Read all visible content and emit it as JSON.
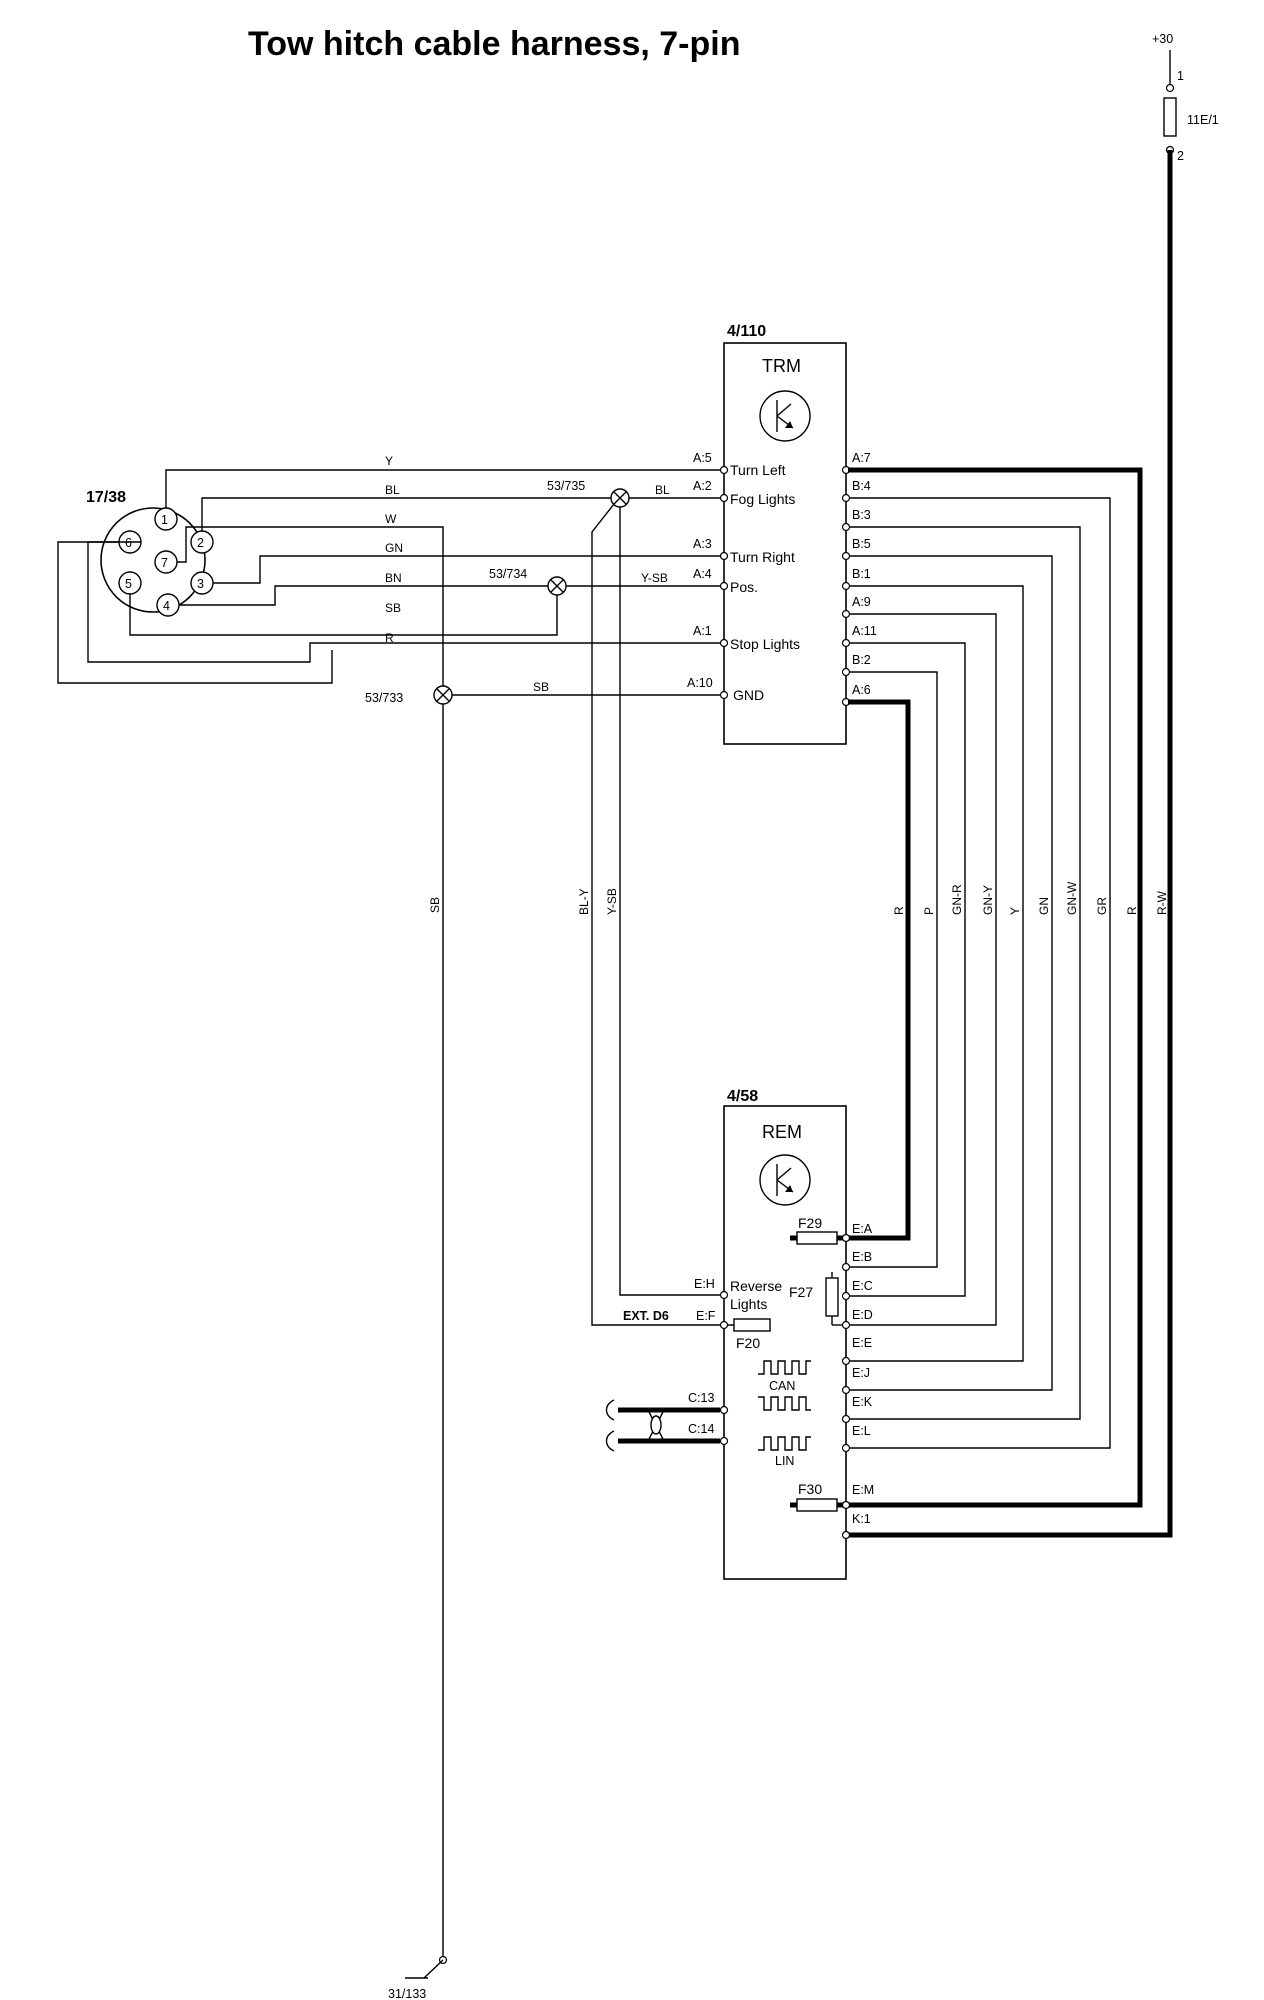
{
  "title": "Tow hitch cable harness, 7-pin",
  "power": {
    "supply": "+30",
    "fuse": "11E/1",
    "pin_top": "1",
    "pin_bottom": "2"
  },
  "connector": {
    "id": "17/38",
    "pins": [
      "1",
      "2",
      "3",
      "4",
      "5",
      "6",
      "7"
    ]
  },
  "trm": {
    "id": "4/110",
    "name": "TRM",
    "left_pins": [
      "A:5",
      "A:2",
      "A:3",
      "A:4",
      "A:1",
      "A:10"
    ],
    "functions": [
      "Turn Left",
      "Fog Lights",
      "Turn Right",
      "Pos.",
      "Stop Lights",
      "GND"
    ],
    "right_pins": [
      "A:7",
      "B:4",
      "B:3",
      "B:5",
      "B:1",
      "A:9",
      "A:11",
      "B:2",
      "A:6"
    ]
  },
  "rem": {
    "id": "4/58",
    "name": "REM",
    "right_pins": [
      "E:A",
      "E:B",
      "E:C",
      "E:D",
      "E:E",
      "E:J",
      "E:K",
      "E:L",
      "E:M",
      "K:1"
    ],
    "left_pins": [
      "E:H",
      "E:F",
      "C:13",
      "C:14"
    ],
    "function_line1": "Reverse",
    "function_line2": "Lights",
    "ext_label": "EXT. D6",
    "fuses": [
      "F29",
      "F27",
      "F20",
      "F30"
    ],
    "bus": [
      "CAN",
      "LIN"
    ]
  },
  "splices": [
    "53/735",
    "53/734",
    "53/733"
  ],
  "wires": {
    "left": [
      "Y",
      "BL",
      "W",
      "GN",
      "BN",
      "SB",
      "R"
    ],
    "bl_short": "BL",
    "ysb_short": "Y-SB",
    "gnd": "SB",
    "verticals": [
      "SB",
      "BL-Y",
      "Y-SB",
      "R",
      "P",
      "GN-R",
      "GN-Y",
      "Y",
      "GN",
      "GN-W",
      "GR",
      "R",
      "R-W"
    ]
  },
  "ground": "31/133"
}
